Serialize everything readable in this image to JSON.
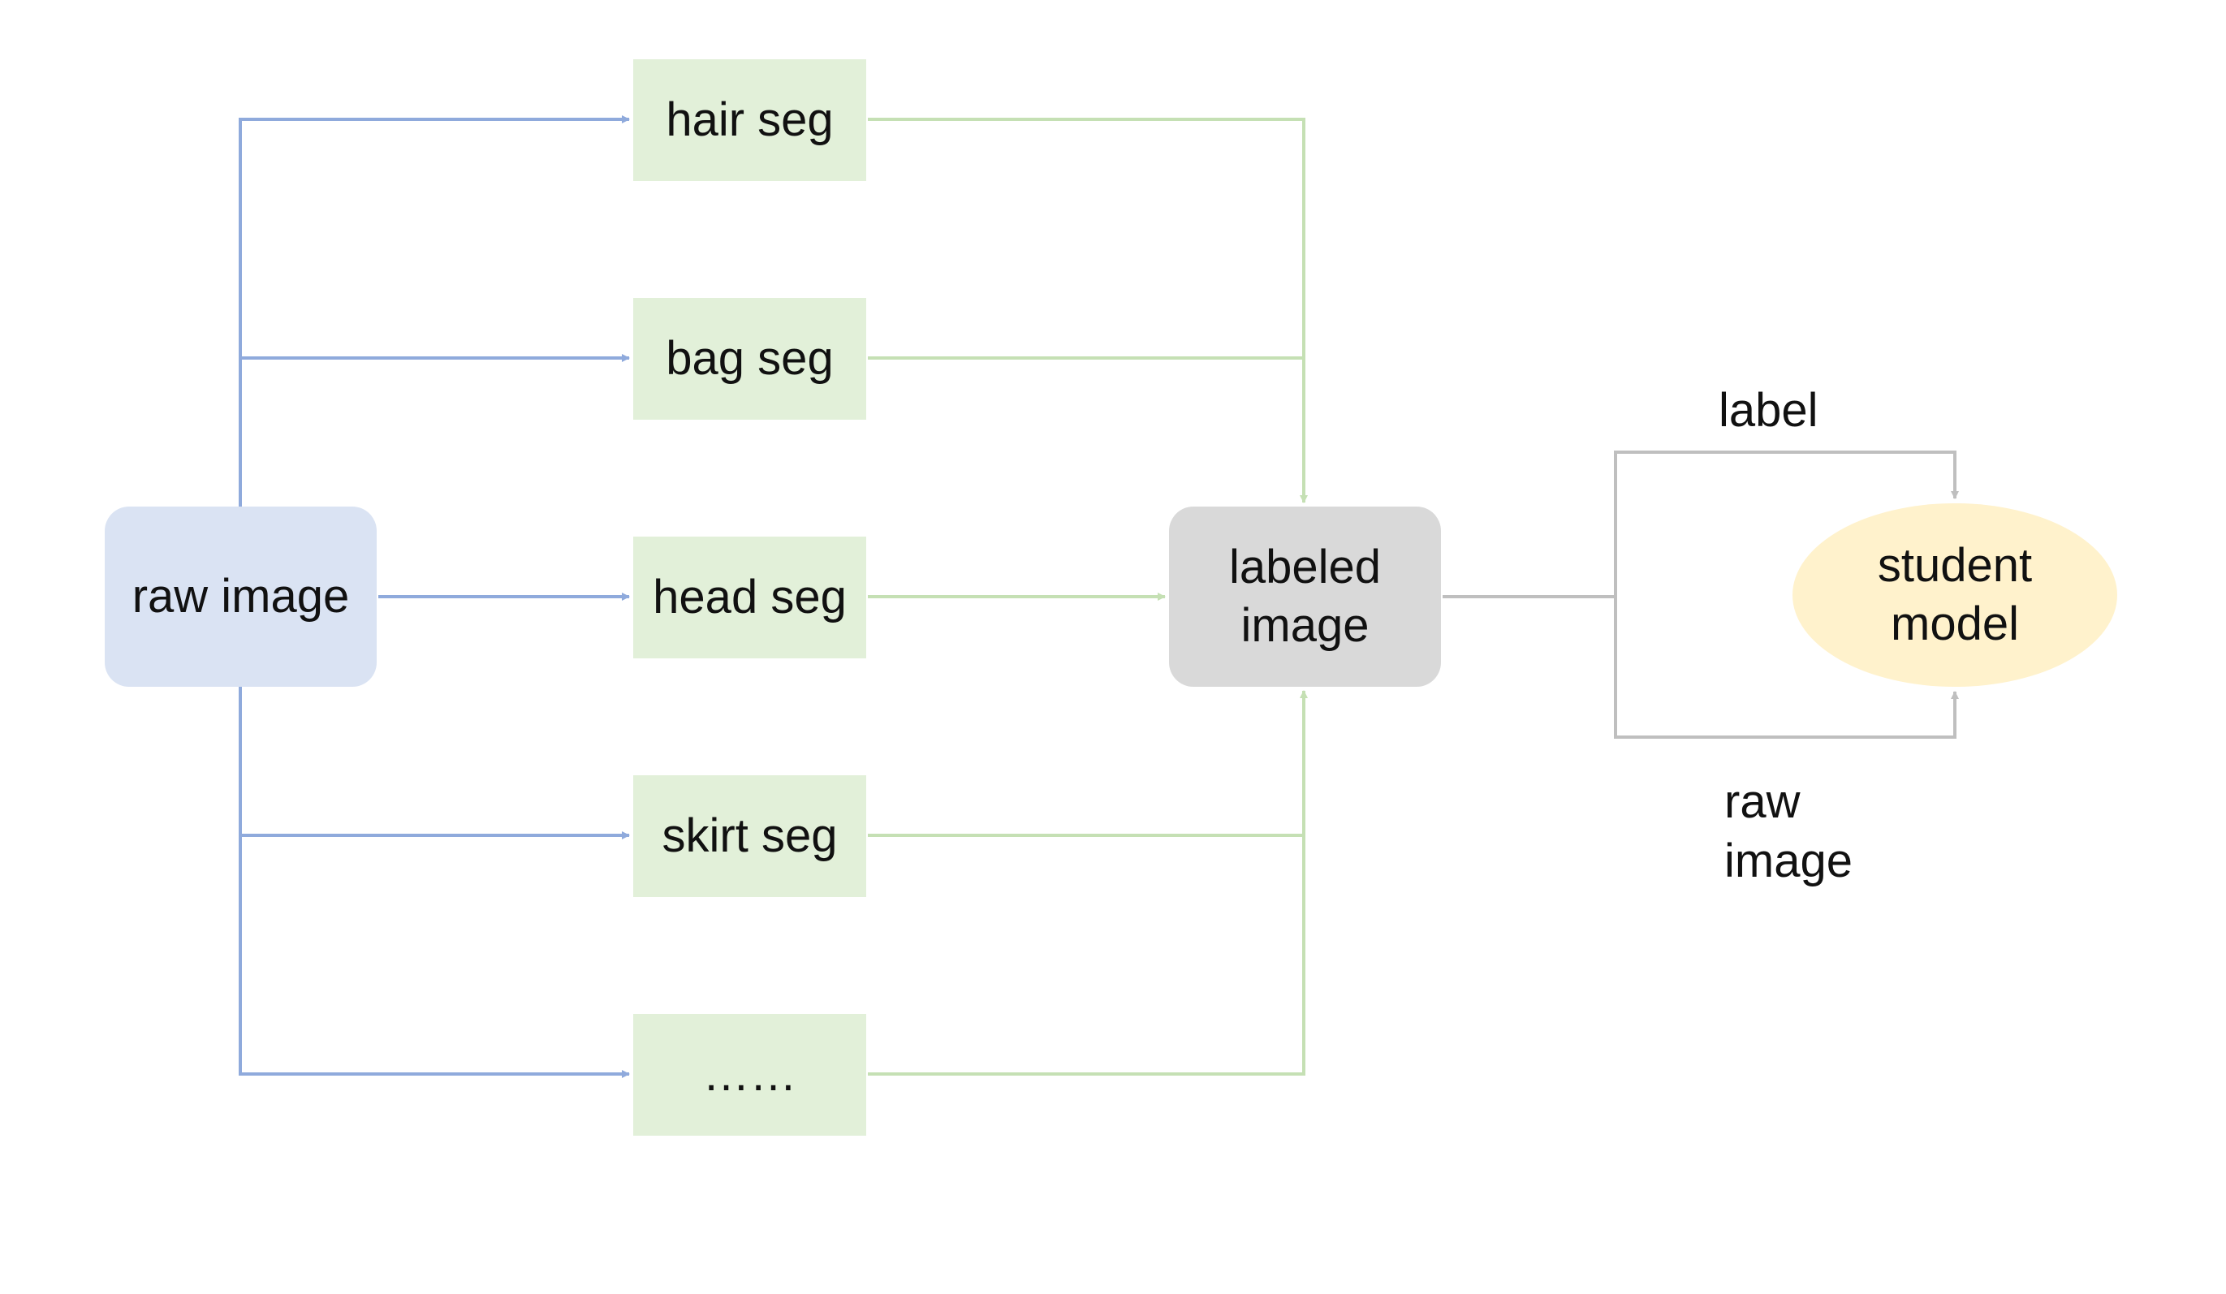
{
  "nodes": {
    "raw_image": "raw image",
    "segmenters": [
      "hair seg",
      "bag seg",
      "head seg",
      "skirt seg",
      "……"
    ],
    "labeled_image": "labeled\nimage",
    "student_model": "student\nmodel"
  },
  "edge_labels": {
    "label": "label",
    "raw_image": "raw\nimage"
  },
  "colors": {
    "raw_image_fill": "#dae3f3",
    "segmenter_fill": "#e2f0d9",
    "labeled_image_fill": "#d9d9d9",
    "student_model_fill": "#fff2cc",
    "input_arrows": "#8faadc",
    "segmenter_arrows": "#c5e0b4",
    "output_arrows": "#bfbfbf"
  }
}
